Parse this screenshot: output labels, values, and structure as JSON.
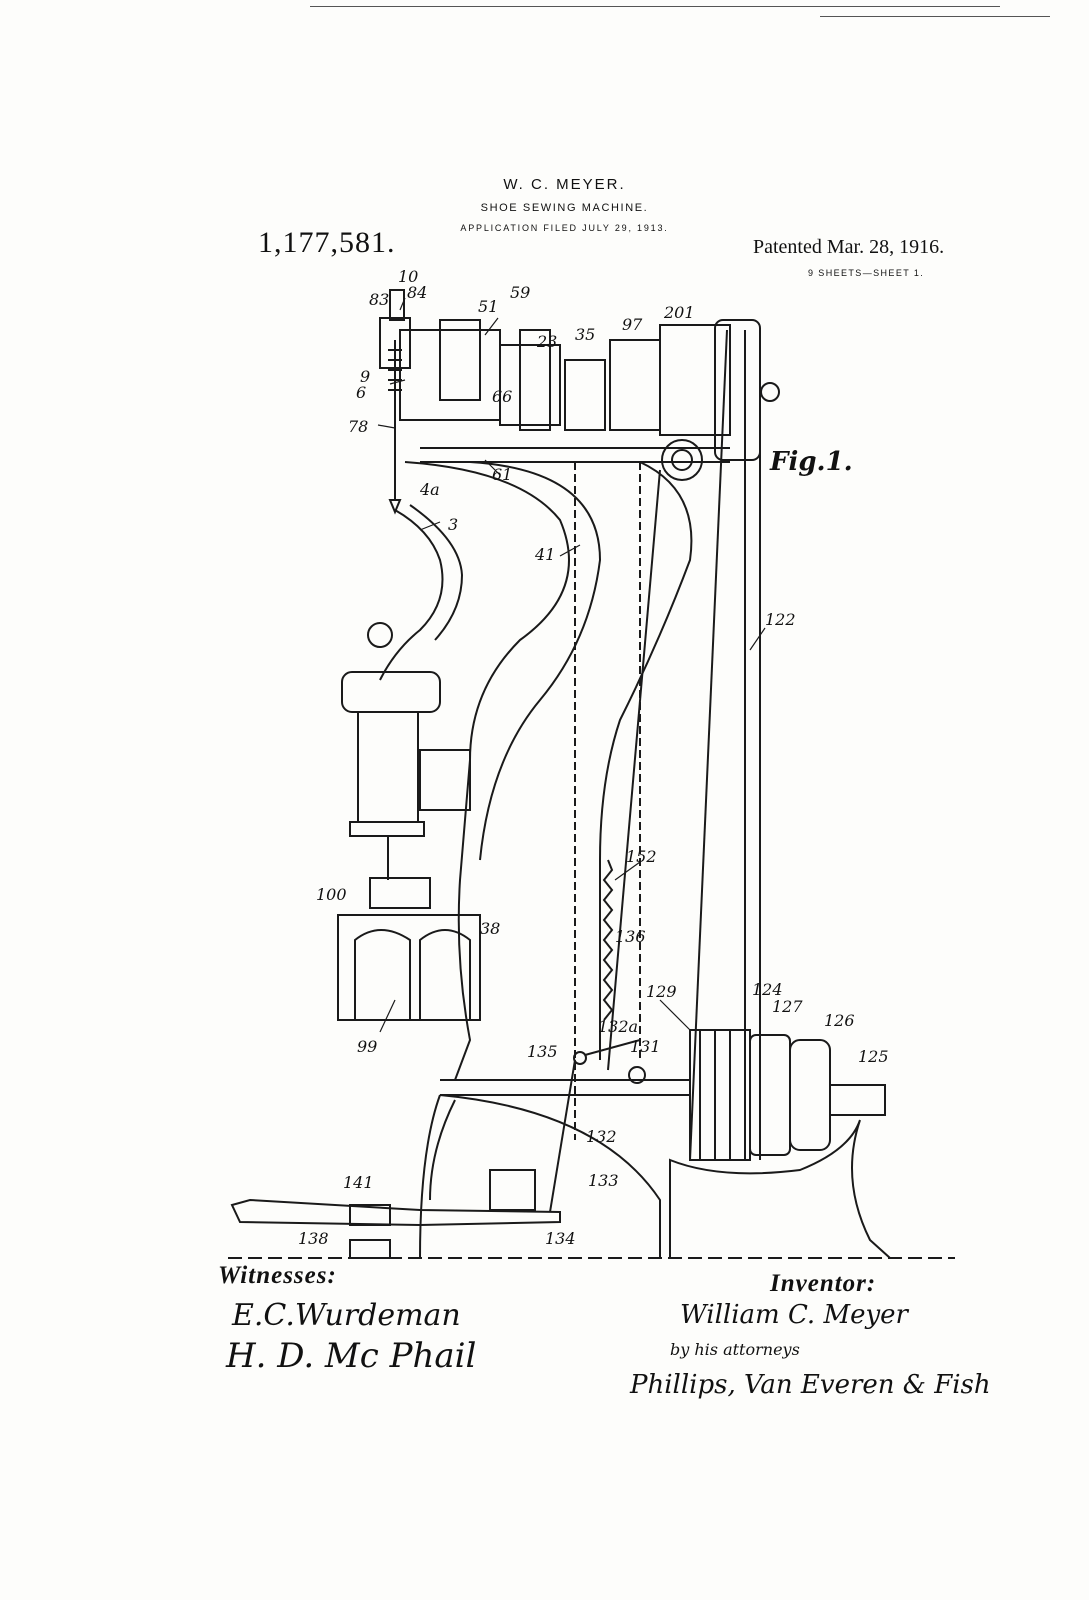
{
  "header": {
    "inventor": "W. C. MEYER.",
    "title": "SHOE SEWING MACHINE.",
    "filed": "APPLICATION FILED JULY 29, 1913.",
    "patent_number": "1,177,581.",
    "patented": "Patented Mar. 28, 1916.",
    "sheets": "9 SHEETS—SHEET 1."
  },
  "figure": {
    "label": "Fig.1.",
    "refs": {
      "r10": "10",
      "r84": "84",
      "r83": "83",
      "r51": "51",
      "r59": "59",
      "r23": "23",
      "r35": "35",
      "r97": "97",
      "r201": "201",
      "r9": "9",
      "r6": "6",
      "r66": "66",
      "r78": "78",
      "r61": "61",
      "r4a": "4a",
      "r3": "3",
      "r41": "41",
      "r122": "122",
      "r152": "152",
      "r136": "136",
      "r100": "100",
      "r38": "38",
      "r99": "99",
      "r129": "129",
      "r124": "124",
      "r127": "127",
      "r126": "126",
      "r125": "125",
      "r132a": "132a",
      "r131": "131",
      "r135": "135",
      "r132": "132",
      "r133": "133",
      "r141": "141",
      "r138": "138",
      "r134": "134"
    }
  },
  "signatures": {
    "witnesses_label": "Witnesses:",
    "witness_1": "E.C.Wurdeman",
    "witness_2": "H. D. Mc Phail",
    "inventor_label": "Inventor:",
    "inventor_signature": "William C. Meyer",
    "by_attorneys": "by his attorneys",
    "attorneys_signature": "Phillips, Van Everen & Fish"
  }
}
